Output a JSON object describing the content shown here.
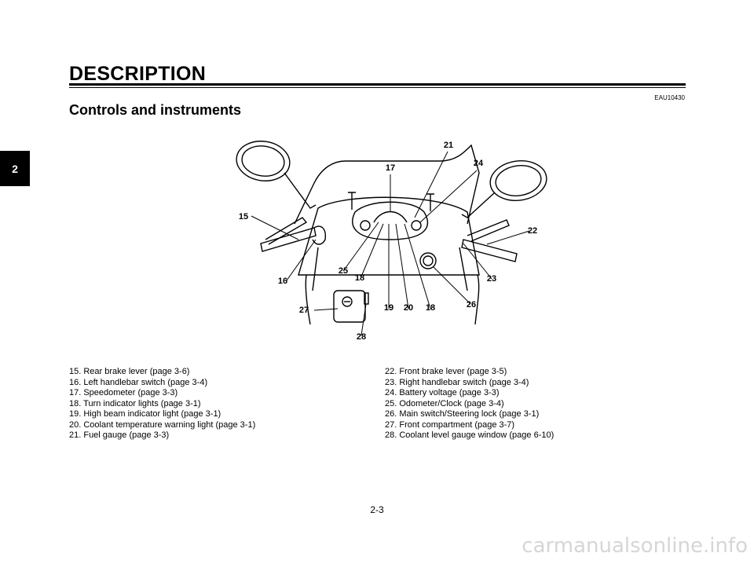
{
  "header": {
    "section": "DESCRIPTION",
    "doc_code": "EAU10430"
  },
  "chapter_tab": "2",
  "page_title": "Controls and instruments",
  "callouts": [
    "15",
    "16",
    "17",
    "18",
    "18",
    "19",
    "20",
    "21",
    "22",
    "23",
    "24",
    "25",
    "26",
    "27",
    "28"
  ],
  "captions_left": [
    "15. Rear brake lever (page 3-6)",
    "16. Left handlebar switch (page 3-4)",
    "17. Speedometer (page 3-3)",
    "18. Turn indicator lights (page 3-1)",
    "19. High beam indicator light (page 3-1)",
    "20. Coolant temperature warning light (page 3-1)",
    "21. Fuel gauge (page 3-3)"
  ],
  "captions_right": [
    "22. Front brake lever (page 3-5)",
    "23. Right handlebar switch (page 3-4)",
    "24. Battery voltage (page 3-3)",
    "25. Odometer/Clock (page 3-4)",
    "26. Main switch/Steering lock (page 3-1)",
    "27. Front compartment (page 3-7)",
    "28. Coolant level gauge window (page 6-10)"
  ],
  "footer": {
    "page_number": "2-3"
  },
  "watermark": "carmanualsonline.info"
}
